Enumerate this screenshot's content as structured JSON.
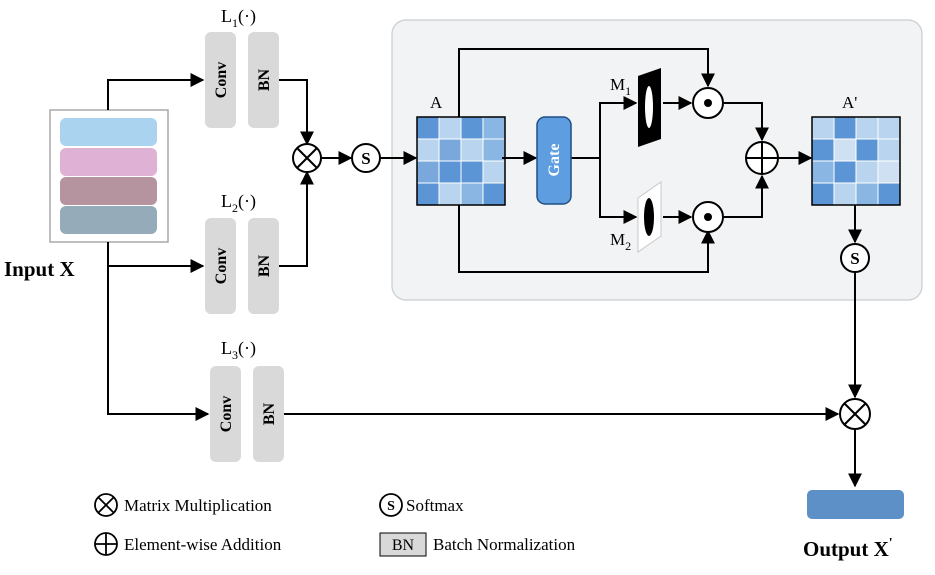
{
  "input": {
    "label": "Input X"
  },
  "branches": [
    {
      "name": "L",
      "sub": "1",
      "suffix": "(·)",
      "conv": "Conv",
      "bn": "BN"
    },
    {
      "name": "L",
      "sub": "2",
      "suffix": "(·)",
      "conv": "Conv",
      "bn": "BN"
    },
    {
      "name": "L",
      "sub": "3",
      "suffix": "(·)",
      "conv": "Conv",
      "bn": "BN"
    }
  ],
  "operators": {
    "multiply": "×",
    "add": "+",
    "softmax": "S",
    "dot": "•"
  },
  "matrix_a": {
    "label": "A"
  },
  "gate": {
    "label": "Gate"
  },
  "masks": [
    {
      "name": "M",
      "sub": "1"
    },
    {
      "name": "M",
      "sub": "2"
    }
  ],
  "matrix_a_prime": {
    "label": "A'"
  },
  "output": {
    "label": "Output X",
    "sup": "'"
  },
  "legend": {
    "multiply": "Matrix Multiplication",
    "softmax": "Softmax",
    "add": "Element-wise Addition",
    "bn_box": "BN",
    "bn": "Batch Normalization"
  },
  "colors": {
    "input_stripes": [
      "#a9d3ee",
      "#dfb1d4",
      "#b5939f",
      "#95abb9"
    ],
    "gate": "#5e9ee0",
    "output_bar": "#5e90c8",
    "module_box": "#f2f3f4",
    "op_box": "#d9d9d9",
    "matrix_a_cells": [
      [
        "#5c95d5",
        "#b8d4ee",
        "#5c95d5",
        "#8ab6e3"
      ],
      [
        "#b8d4ee",
        "#7aa8dd",
        "#b8d4ee",
        "#8ab6e3"
      ],
      [
        "#7aa8dd",
        "#5c95d5",
        "#5c95d5",
        "#b8d4ee"
      ],
      [
        "#5c95d5",
        "#b8d4ee",
        "#8ab6e3",
        "#5c95d5"
      ]
    ],
    "matrix_a_prime_cells": [
      [
        "#b8d4ee",
        "#5c95d5",
        "#b8d4ee",
        "#b8d4ee"
      ],
      [
        "#5c95d5",
        "#cfe0f2",
        "#5c95d5",
        "#b8d4ee"
      ],
      [
        "#8ab6e3",
        "#5c95d5",
        "#b8d4ee",
        "#cfe0f2"
      ],
      [
        "#5c95d5",
        "#b8d4ee",
        "#8ab6e3",
        "#5c95d5"
      ]
    ]
  }
}
